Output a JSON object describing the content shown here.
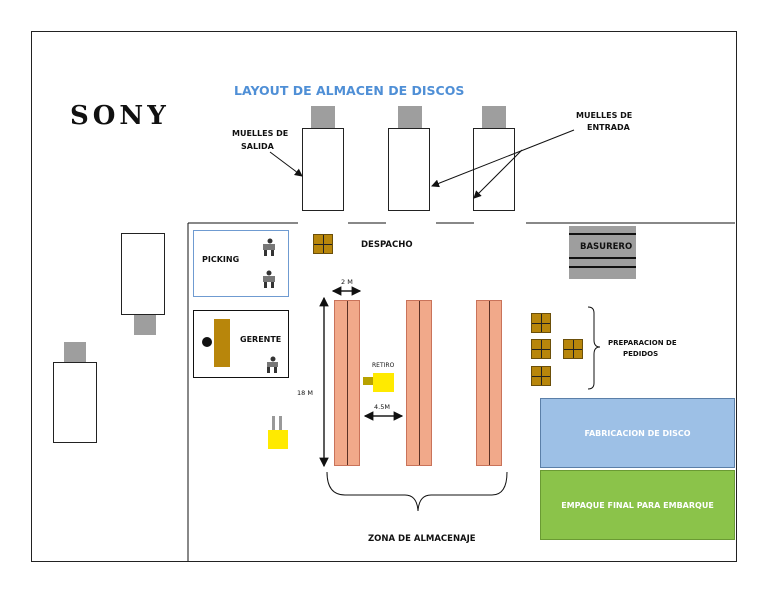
{
  "title": "LAYOUT DE ALMACEN DE DISCOS",
  "logo": "SONY",
  "labels": {
    "muelles_salida": [
      "MUELLES DE",
      "SALIDA"
    ],
    "muelles_entrada": [
      "MUELLES DE",
      "ENTRADA"
    ],
    "despacho": "DESPACHO",
    "basurero": "BASURERO",
    "picking": "PICKING",
    "gerente": "GERENTE",
    "retiro": "RETIRO",
    "preparacion": [
      "PREPARACION DE",
      "PEDIDOS"
    ],
    "fabricacion": "FABRICACION DE DISCO",
    "empaque": "EMPAQUE FINAL PARA EMBARQUE",
    "zona": "ZONA DE ALMACENAJE"
  },
  "dimensions": {
    "width": "2 M",
    "height": "18 M",
    "aisle": "4.5M"
  },
  "colors": {
    "title": "#4f8fd6",
    "fabricacion": "#9dc0e6",
    "empaque": "#8bc34a",
    "rack": "#f1a98a",
    "box": "#b8860b",
    "forklift": "#ffea00",
    "basurero": "#9e9e9e"
  }
}
